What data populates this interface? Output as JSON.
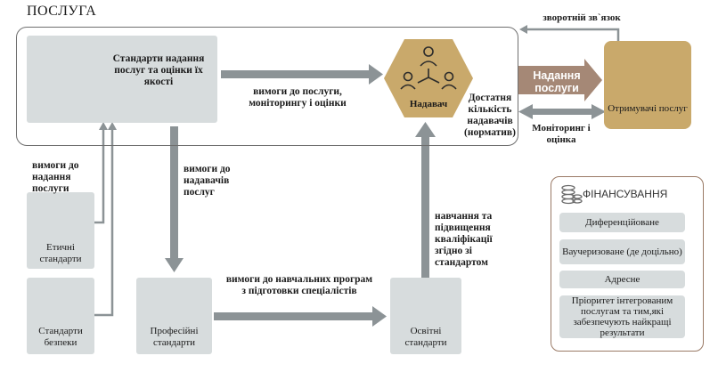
{
  "title": "ПОСЛУГА",
  "nodes": {
    "standards": "Стандарти надання послуг та оцінки їх якості",
    "provider": "Надавач",
    "recipients": "Отримувачі послуг",
    "ethical": "Етичні стандарти",
    "safety": "Стандарти безпеки",
    "professional": "Професійні стандарти",
    "educational": "Освітні стандарти"
  },
  "edges": {
    "feedback": "зворотній зв`язок",
    "service_delivery": "Надання послуги",
    "monitoring": "Моніторинг і оцінка",
    "service_requirements": "вимоги до послуги, моніторингу і оцінки",
    "sufficient_providers": "Достатня кількість надавачів (норматив)",
    "requirements_for_service": "вимоги до надання послуги",
    "requirements_for_providers": "вимоги до надавачів послуг",
    "training": "навчання та підвищення кваліфікації згідно зі стандартом",
    "curricula_requirements": "вимоги до навчальних програм з підготовки спеціалістів"
  },
  "financing": {
    "title": "ФІНАНСУВАННЯ",
    "items": [
      "Диференційоване",
      "Ваучеризоване (де доцільно)",
      "Адресне",
      "Пріоритет інтегрованим послугам та тим,які забезпечують найкращі результати"
    ]
  },
  "colors": {
    "box": "#d7dcdd",
    "gold": "#c9a96b",
    "arrow": "#8c9396",
    "banner": "#a58876",
    "frame": "#9a7a66"
  },
  "icons": [
    "certificate-icon",
    "people-network-icon",
    "recipients-icon",
    "scales-icon",
    "safety-doc-icon",
    "diploma-icon",
    "graduation-icon",
    "coins-icon"
  ]
}
